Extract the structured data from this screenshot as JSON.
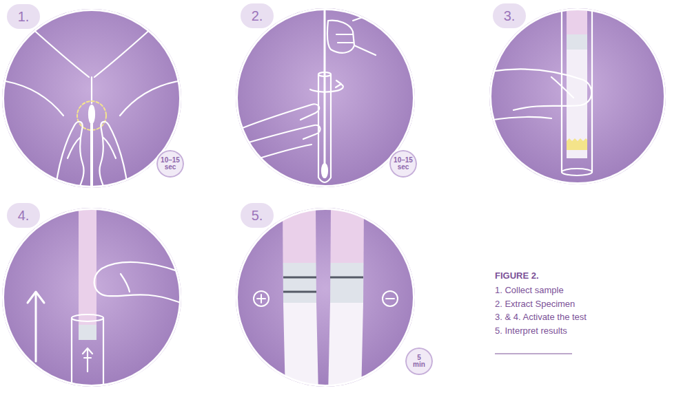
{
  "diagram": {
    "title": "FIGURE 2.",
    "nodes": [
      {
        "text": [
          "1."
        ]
      },
      {
        "text": [
          "10–15 sec"
        ],
        "in": 0
      },
      {
        "text": [
          "2."
        ]
      },
      {
        "text": [
          "10–15 sec"
        ],
        "in": 2
      },
      {
        "text": [
          "3."
        ]
      },
      {
        "text": [
          "4."
        ]
      },
      {
        "text": [
          "5."
        ]
      },
      {
        "text": [
          "5 min"
        ],
        "in": 6
      }
    ],
    "labels": [
      "1. Collect sample",
      "2. Extract Specimen",
      "3. & 4. Activate the test",
      "5. Interpret results"
    ]
  }
}
